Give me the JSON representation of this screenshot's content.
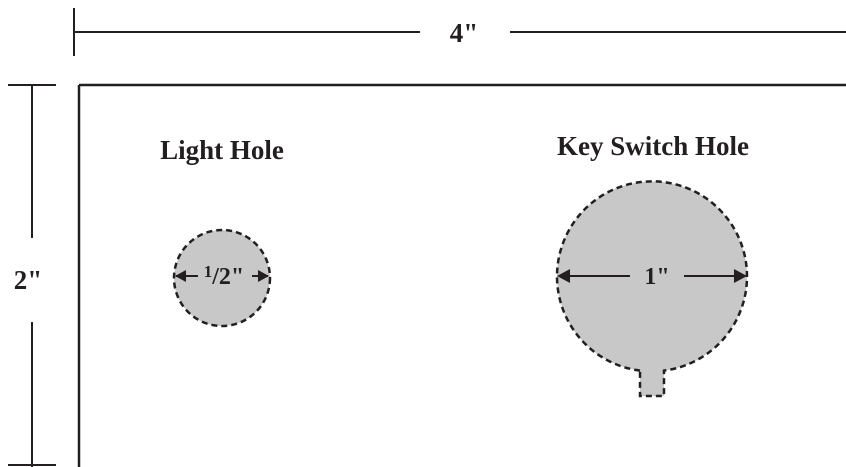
{
  "diagram": {
    "width_label": "4\"",
    "height_label": "2\"",
    "light_hole": {
      "title": "Light Hole",
      "diameter_numerator": "1",
      "diameter_slash": "/",
      "diameter_denominator": "2\""
    },
    "key_switch_hole": {
      "title": "Key Switch Hole",
      "diameter_label": "1\""
    },
    "colors": {
      "ink": "#231f20",
      "hole_fill": "#c8c8c9",
      "background": "#ffffff"
    }
  }
}
